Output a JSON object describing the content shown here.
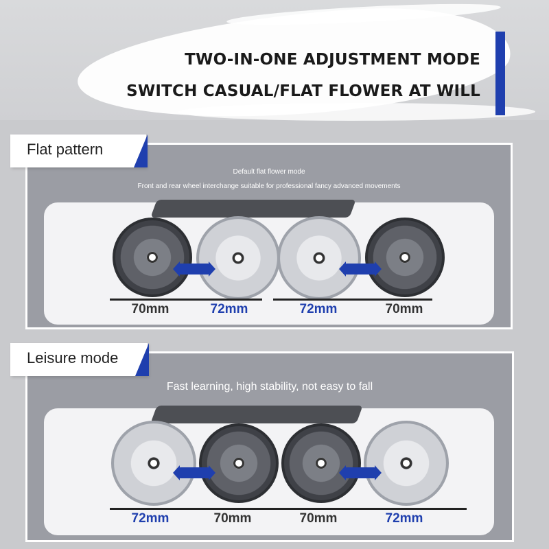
{
  "header": {
    "line1": "TWO-IN-ONE ADJUSTMENT MODE",
    "line2": "SWITCH CASUAL/FLAT FLOWER AT WILL",
    "accent_color": "#1f3fae"
  },
  "flat": {
    "label": "Flat pattern",
    "subtitle": "Default flat flower mode",
    "description": "Front and rear wheel interchange suitable for professional fancy advanced movements",
    "sizes": [
      "70mm",
      "72mm",
      "72mm",
      "70mm"
    ]
  },
  "leisure": {
    "label": "Leisure mode",
    "description": "Fast learning, high stability, not easy to fall",
    "sizes": [
      "72mm",
      "70mm",
      "70mm",
      "72mm"
    ]
  }
}
